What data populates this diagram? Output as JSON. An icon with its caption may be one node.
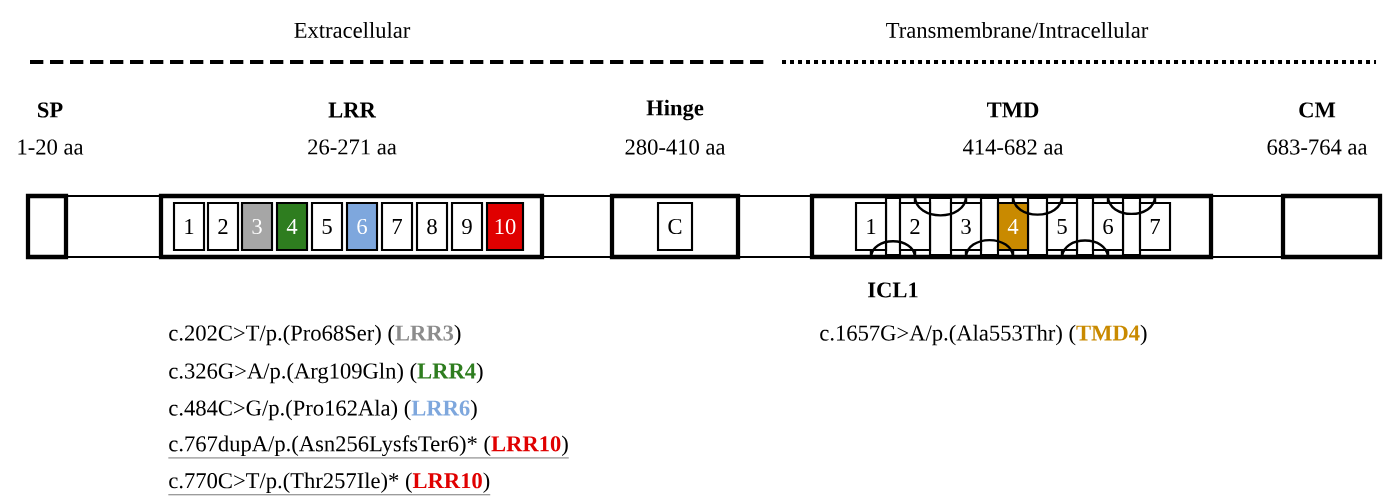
{
  "diagram": {
    "nodes": [
      {
        "text": [
          "SP",
          "1-20 aa"
        ]
      },
      {
        "text": [
          "LRR",
          "26-271 aa"
        ]
      },
      {
        "text": [
          "1"
        ],
        "in": 1
      },
      {
        "text": [
          "2"
        ],
        "in": 1
      },
      {
        "text": [
          "3"
        ],
        "in": 1
      },
      {
        "text": [
          "4"
        ],
        "in": 1
      },
      {
        "text": [
          "5"
        ],
        "in": 1
      },
      {
        "text": [
          "6"
        ],
        "in": 1
      },
      {
        "text": [
          "7"
        ],
        "in": 1
      },
      {
        "text": [
          "8"
        ],
        "in": 1
      },
      {
        "text": [
          "9"
        ],
        "in": 1
      },
      {
        "text": [
          "10"
        ],
        "in": 1
      },
      {
        "text": [
          "Hinge",
          "280-410 aa"
        ]
      },
      {
        "text": [
          "C"
        ],
        "in": 12
      },
      {
        "text": [
          "TMD",
          "414-682 aa"
        ]
      },
      {
        "text": [
          "1"
        ],
        "in": 14
      },
      {
        "text": [
          "2"
        ],
        "in": 14
      },
      {
        "text": [
          "3"
        ],
        "in": 14
      },
      {
        "text": [
          "4"
        ],
        "in": 14
      },
      {
        "text": [
          "5"
        ],
        "in": 14
      },
      {
        "text": [
          "6"
        ],
        "in": 14
      },
      {
        "text": [
          "7"
        ],
        "in": 14
      },
      {
        "text": [
          "CM",
          "683-764 aa"
        ]
      }
    ],
    "edges": [
      {
        "from": 15,
        "to": 16,
        "arrow": "none",
        "label": "ICL1"
      },
      {
        "from": 16,
        "to": 17,
        "arrow": "none"
      },
      {
        "from": 17,
        "to": 18,
        "arrow": "none"
      },
      {
        "from": 18,
        "to": 19,
        "arrow": "none"
      },
      {
        "from": 19,
        "to": 20,
        "arrow": "none"
      },
      {
        "from": 20,
        "to": 21,
        "arrow": "none"
      }
    ],
    "labels": [
      "Extracellular",
      "Transmembrane/Intracellular",
      "c.202C>T/p.(Pro68Ser) (**LRR3**)",
      "c.326G>A/p.(Arg109Gln) (**LRR4**)",
      "c.484C>G/p.(Pro162Ala) (**LRR6**)",
      "c.767dupA/p.(Asn256LysfsTer6)* (**LRR10**)",
      "c.770C>T/p.(Thr257Ile)* (**LRR10**)",
      "c.1657G>A/p.(Ala553Thr) (**TMD4**)"
    ]
  }
}
